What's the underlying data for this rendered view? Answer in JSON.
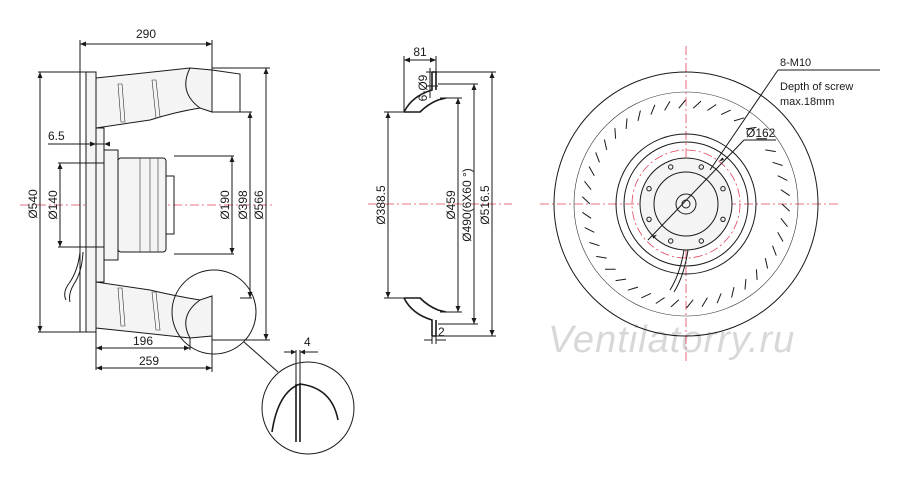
{
  "side_view": {
    "d290": "290",
    "d6_5": "6.5",
    "d540": "Ø540",
    "d140": "Ø140",
    "d190": "Ø190",
    "d398": "Ø398",
    "d566": "Ø566",
    "d196": "196",
    "d259": "259"
  },
  "detail": {
    "d4": "4"
  },
  "section_view": {
    "d81": "81",
    "d6_9": "6-Ø9",
    "d388": "Ø388.5",
    "d459": "Ø459",
    "d490": "Ø490(6X60 °)",
    "d516": "Ø516.5",
    "d2": "2"
  },
  "front_view": {
    "note_thread": "8-M10",
    "note_depth_1": "Depth of screw",
    "note_depth_2": "max.18mm",
    "d162": "Ø162"
  },
  "watermark": "Ventilatorry.ru",
  "colors": {
    "centerline": "#e0425a",
    "line": "#1a1a1a",
    "watermark": "#d8d8d8"
  }
}
